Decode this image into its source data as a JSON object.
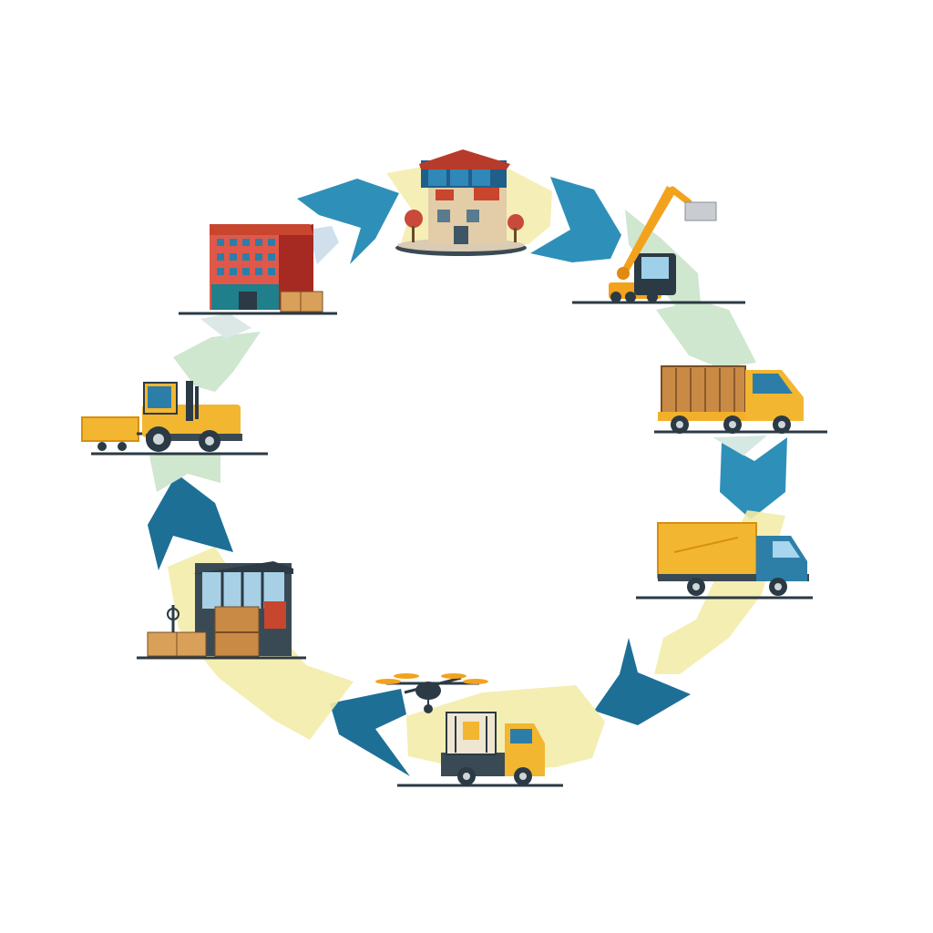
{
  "diagram": {
    "type": "cycle",
    "direction": "clockwise",
    "text_labels": [],
    "colors": {
      "background": "#ffffff",
      "arrow_teal": "#2e90b8",
      "arrow_dark_teal": "#1d6f96",
      "arrow_light_yellow": "#f3ecaa",
      "arrow_pale_green": "#cfe6cf",
      "vehicle_yellow": "#f3b630",
      "ground_line": "#2b3a44"
    },
    "stages": [
      {
        "id": "retail-store",
        "icon": "retail-store-icon"
      },
      {
        "id": "crane",
        "icon": "crane-icon"
      },
      {
        "id": "cargo-truck",
        "icon": "cargo-truck-icon"
      },
      {
        "id": "box-truck",
        "icon": "box-truck-icon"
      },
      {
        "id": "drone-delivery",
        "icon": "drone-delivery-icon"
      },
      {
        "id": "warehouse-packing",
        "icon": "warehouse-packing-icon"
      },
      {
        "id": "forklift",
        "icon": "forklift-icon"
      },
      {
        "id": "factory",
        "icon": "factory-icon"
      }
    ]
  }
}
